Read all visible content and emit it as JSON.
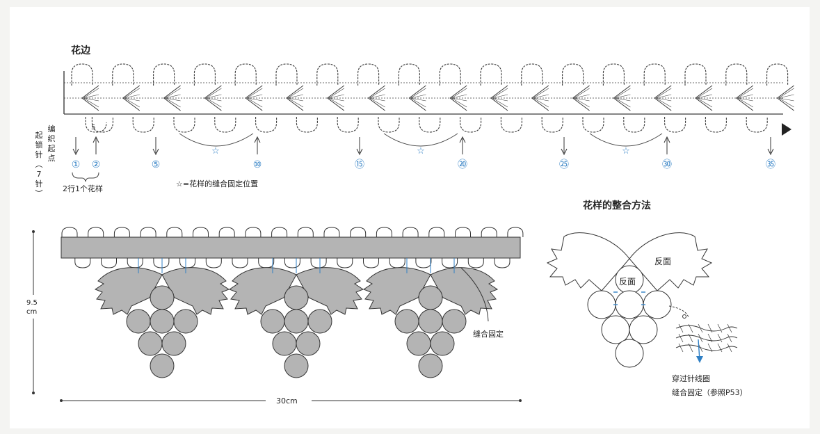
{
  "edging": {
    "title": "花边",
    "chain_label_chars": [
      "起",
      "锁",
      "针",
      "︵",
      "7",
      "针",
      "︶"
    ],
    "start_label_chars": [
      "编",
      "织",
      "起",
      "点"
    ],
    "row_label_5": "5",
    "row_marks": [
      "①",
      "②",
      "⑤",
      "⑩",
      "⑮",
      "⑳",
      "㉕",
      "㉚",
      "㉟"
    ],
    "repeat_note": "2行1个花样",
    "star": "☆",
    "star_note": "☆=花样的缝合固定位置"
  },
  "finished": {
    "height": "9.5",
    "height_unit": "cm",
    "width": "30cm",
    "sew_note": "缝合固定"
  },
  "method": {
    "title": "花样的整合方法",
    "back_side_1": "反面",
    "back_side_2": "反面",
    "through_note": "穿过针线圈",
    "sew_ref": "缝合固定（参照P53）"
  },
  "colors": {
    "line": "#3a3a3a",
    "fill_gray": "#b4b4b4",
    "accent_blue": "#2f7fc4"
  }
}
